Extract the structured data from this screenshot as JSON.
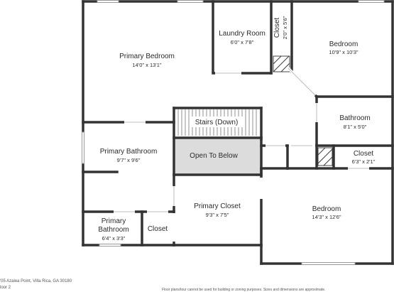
{
  "floorplan": {
    "rooms": [
      {
        "id": "primary-bedroom",
        "name": "Primary Bedroom",
        "dims": "14'0\" x 13'1\""
      },
      {
        "id": "laundry-room",
        "name": "Laundry Room",
        "dims": "6'0\" x 7'8\""
      },
      {
        "id": "closet-top",
        "name": "Closet",
        "dims": "2'0\" x 5'6\""
      },
      {
        "id": "bedroom-top-right",
        "name": "Bedroom",
        "dims": "10'9\" x 10'3\""
      },
      {
        "id": "bathroom",
        "name": "Bathroom",
        "dims": "8'1\" x 5'0\""
      },
      {
        "id": "stairs",
        "name": "Stairs (Down)",
        "dims": ""
      },
      {
        "id": "open-to-below",
        "name": "Open To Below",
        "dims": ""
      },
      {
        "id": "primary-bathroom",
        "name": "Primary Bathroom",
        "dims": "9'7\" x 9'6\""
      },
      {
        "id": "closet-right",
        "name": "Closet",
        "dims": "6'3\" x 2'1\""
      },
      {
        "id": "primary-closet",
        "name": "Primary Closet",
        "dims": "9'3\" x 7'5\""
      },
      {
        "id": "bedroom-bottom-right",
        "name": "Bedroom",
        "dims": "14'3\" x 12'6\""
      },
      {
        "id": "primary-bathroom-small",
        "name": "Primary Bathroom",
        "dims": "6'4\" x 3'3\""
      },
      {
        "id": "closet-small",
        "name": "Closet",
        "dims": ""
      }
    ]
  },
  "footer": {
    "address": "'05 Azalea Point, Villa Rica, GA 30180",
    "floor": "loor 2",
    "disclaimer": "Floor plans/tour cannot be used for building or zoning purposes. Sizes and dimensions are approximate."
  }
}
